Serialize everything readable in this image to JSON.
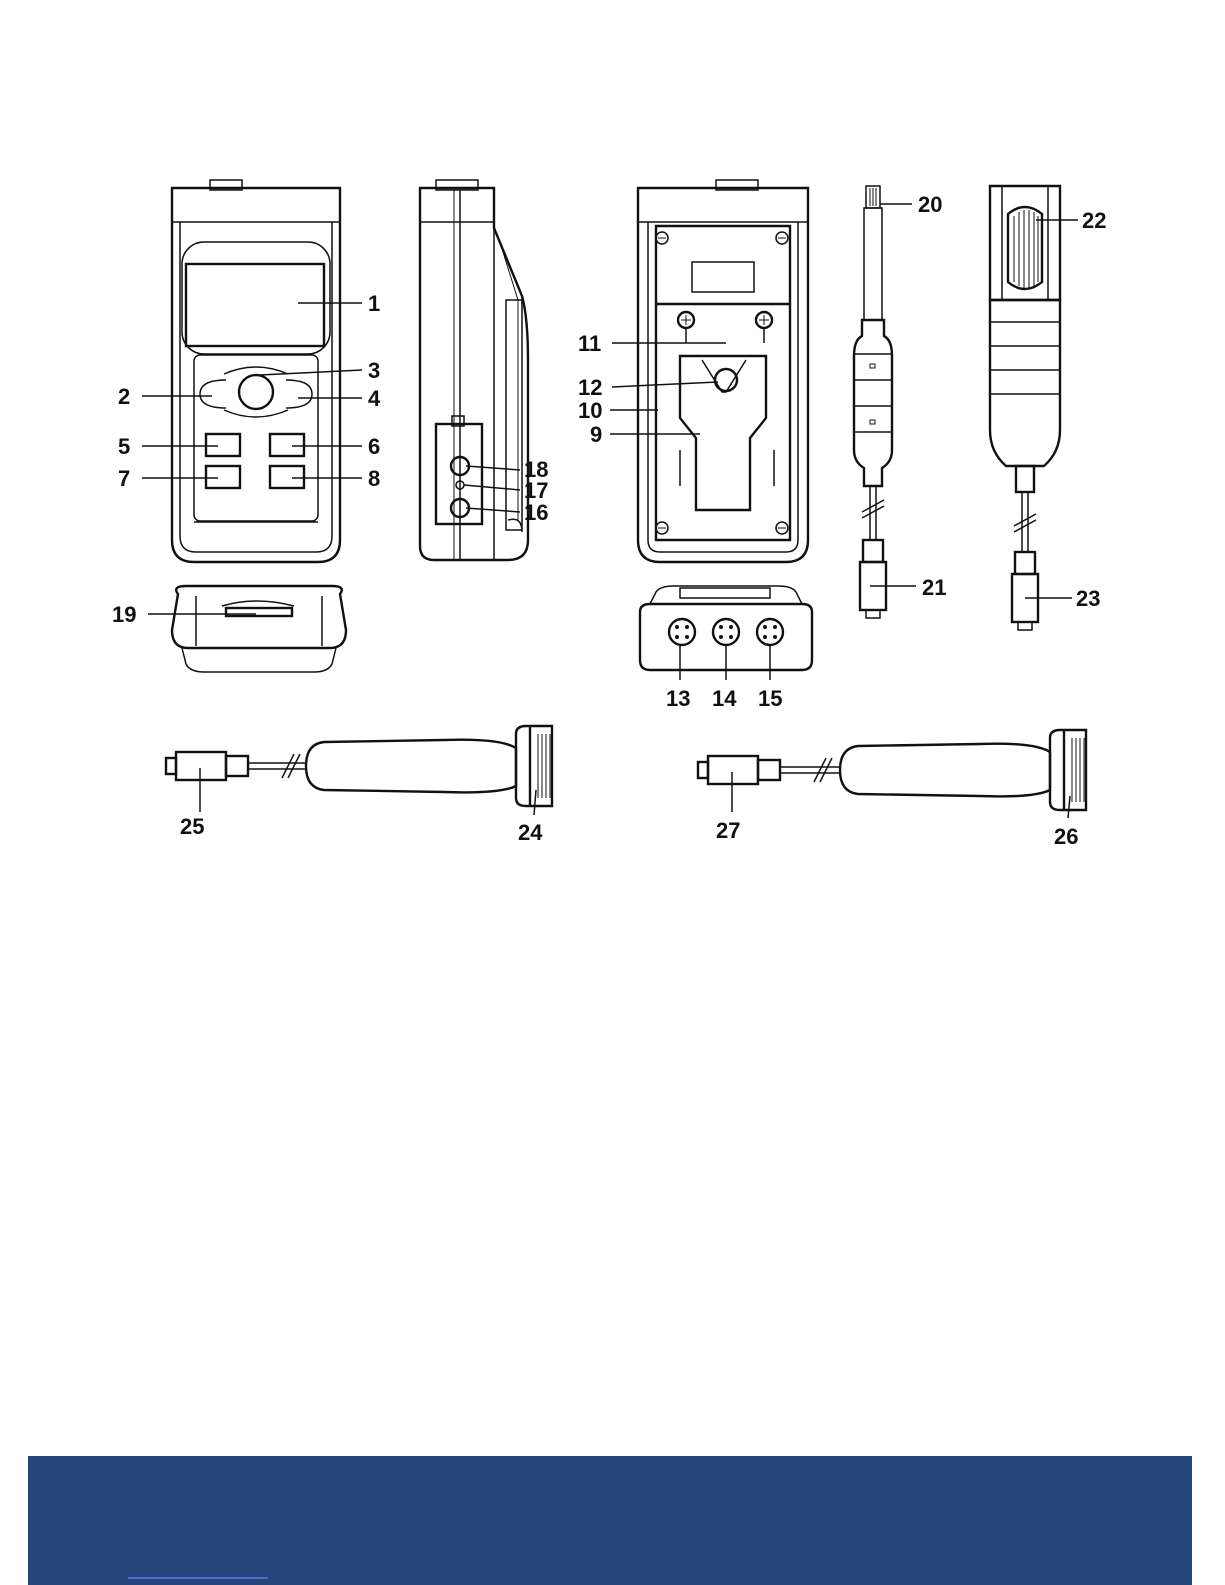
{
  "callouts": [
    "1",
    "2",
    "3",
    "4",
    "5",
    "6",
    "7",
    "8",
    "9",
    "10",
    "11",
    "12",
    "13",
    "14",
    "15",
    "16",
    "17",
    "18",
    "19",
    "20",
    "21",
    "22",
    "23",
    "24",
    "25",
    "26",
    "27"
  ],
  "colors": {
    "footer": "#24467a",
    "line": "#111111"
  }
}
